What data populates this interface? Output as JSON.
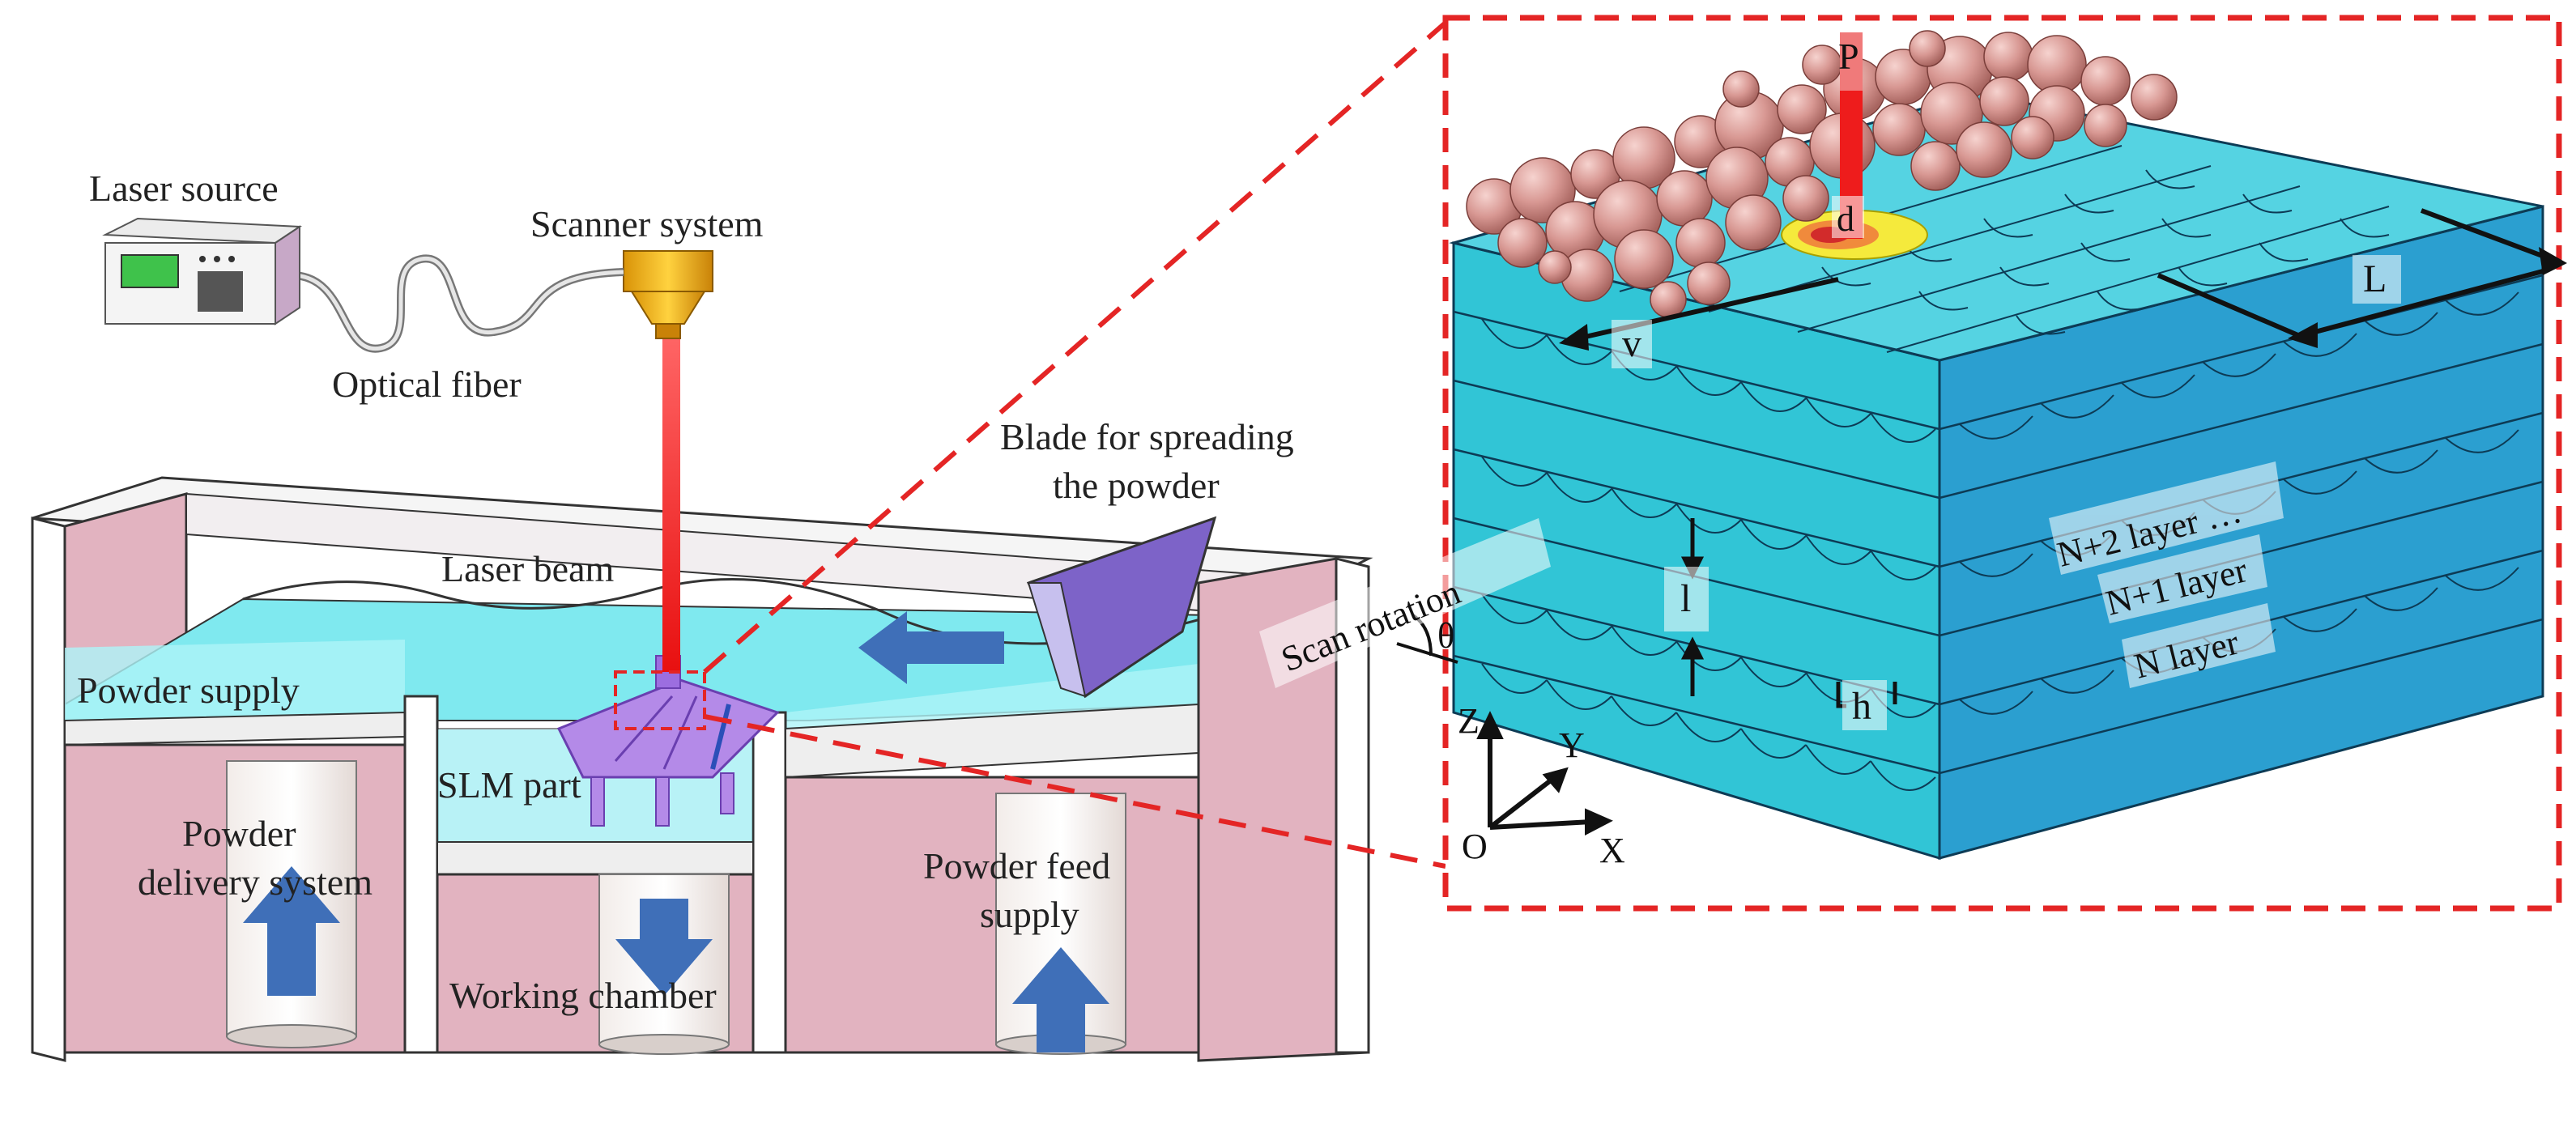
{
  "labels": {
    "laser_source": "Laser source",
    "scanner_system": "Scanner system",
    "optical_fiber": "Optical fiber",
    "blade_line1": "Blade for spreading",
    "blade_line2": "the powder",
    "laser_beam": "Laser beam",
    "powder_supply": "Powder supply",
    "slm_part": "SLM part",
    "powder_delivery_line1": "Powder",
    "powder_delivery_line2": "delivery system",
    "working_chamber": "Working chamber",
    "powder_feed_line1": "Powder feed",
    "powder_feed_line2": "supply"
  },
  "inset": {
    "p": "P",
    "d": "d",
    "v": "v",
    "L": "L",
    "l": "l",
    "h": "h",
    "theta": "θ",
    "scan_rotation": "Scan rotation",
    "layer_n2": "N+2 layer …",
    "layer_n1": "N+1 layer",
    "layer_n": "N layer",
    "axis_z": "Z",
    "axis_y": "Y",
    "axis_x": "X",
    "axis_o": "O"
  },
  "colors": {
    "laser": "#ee1c1c",
    "pink_wall": "#e2b3c0",
    "powder_bed": "#7fe9ef",
    "block_front": "#31c5d6",
    "block_right": "#2b9fd0",
    "block_top": "#55d3e2",
    "particle": "#d99a95",
    "arrow_blue": "#3f6fb8",
    "blade": "#7d63c8",
    "part": "#b48ae8",
    "dashed_red": "#e42525",
    "scanner_gold": "#f2b21b"
  }
}
